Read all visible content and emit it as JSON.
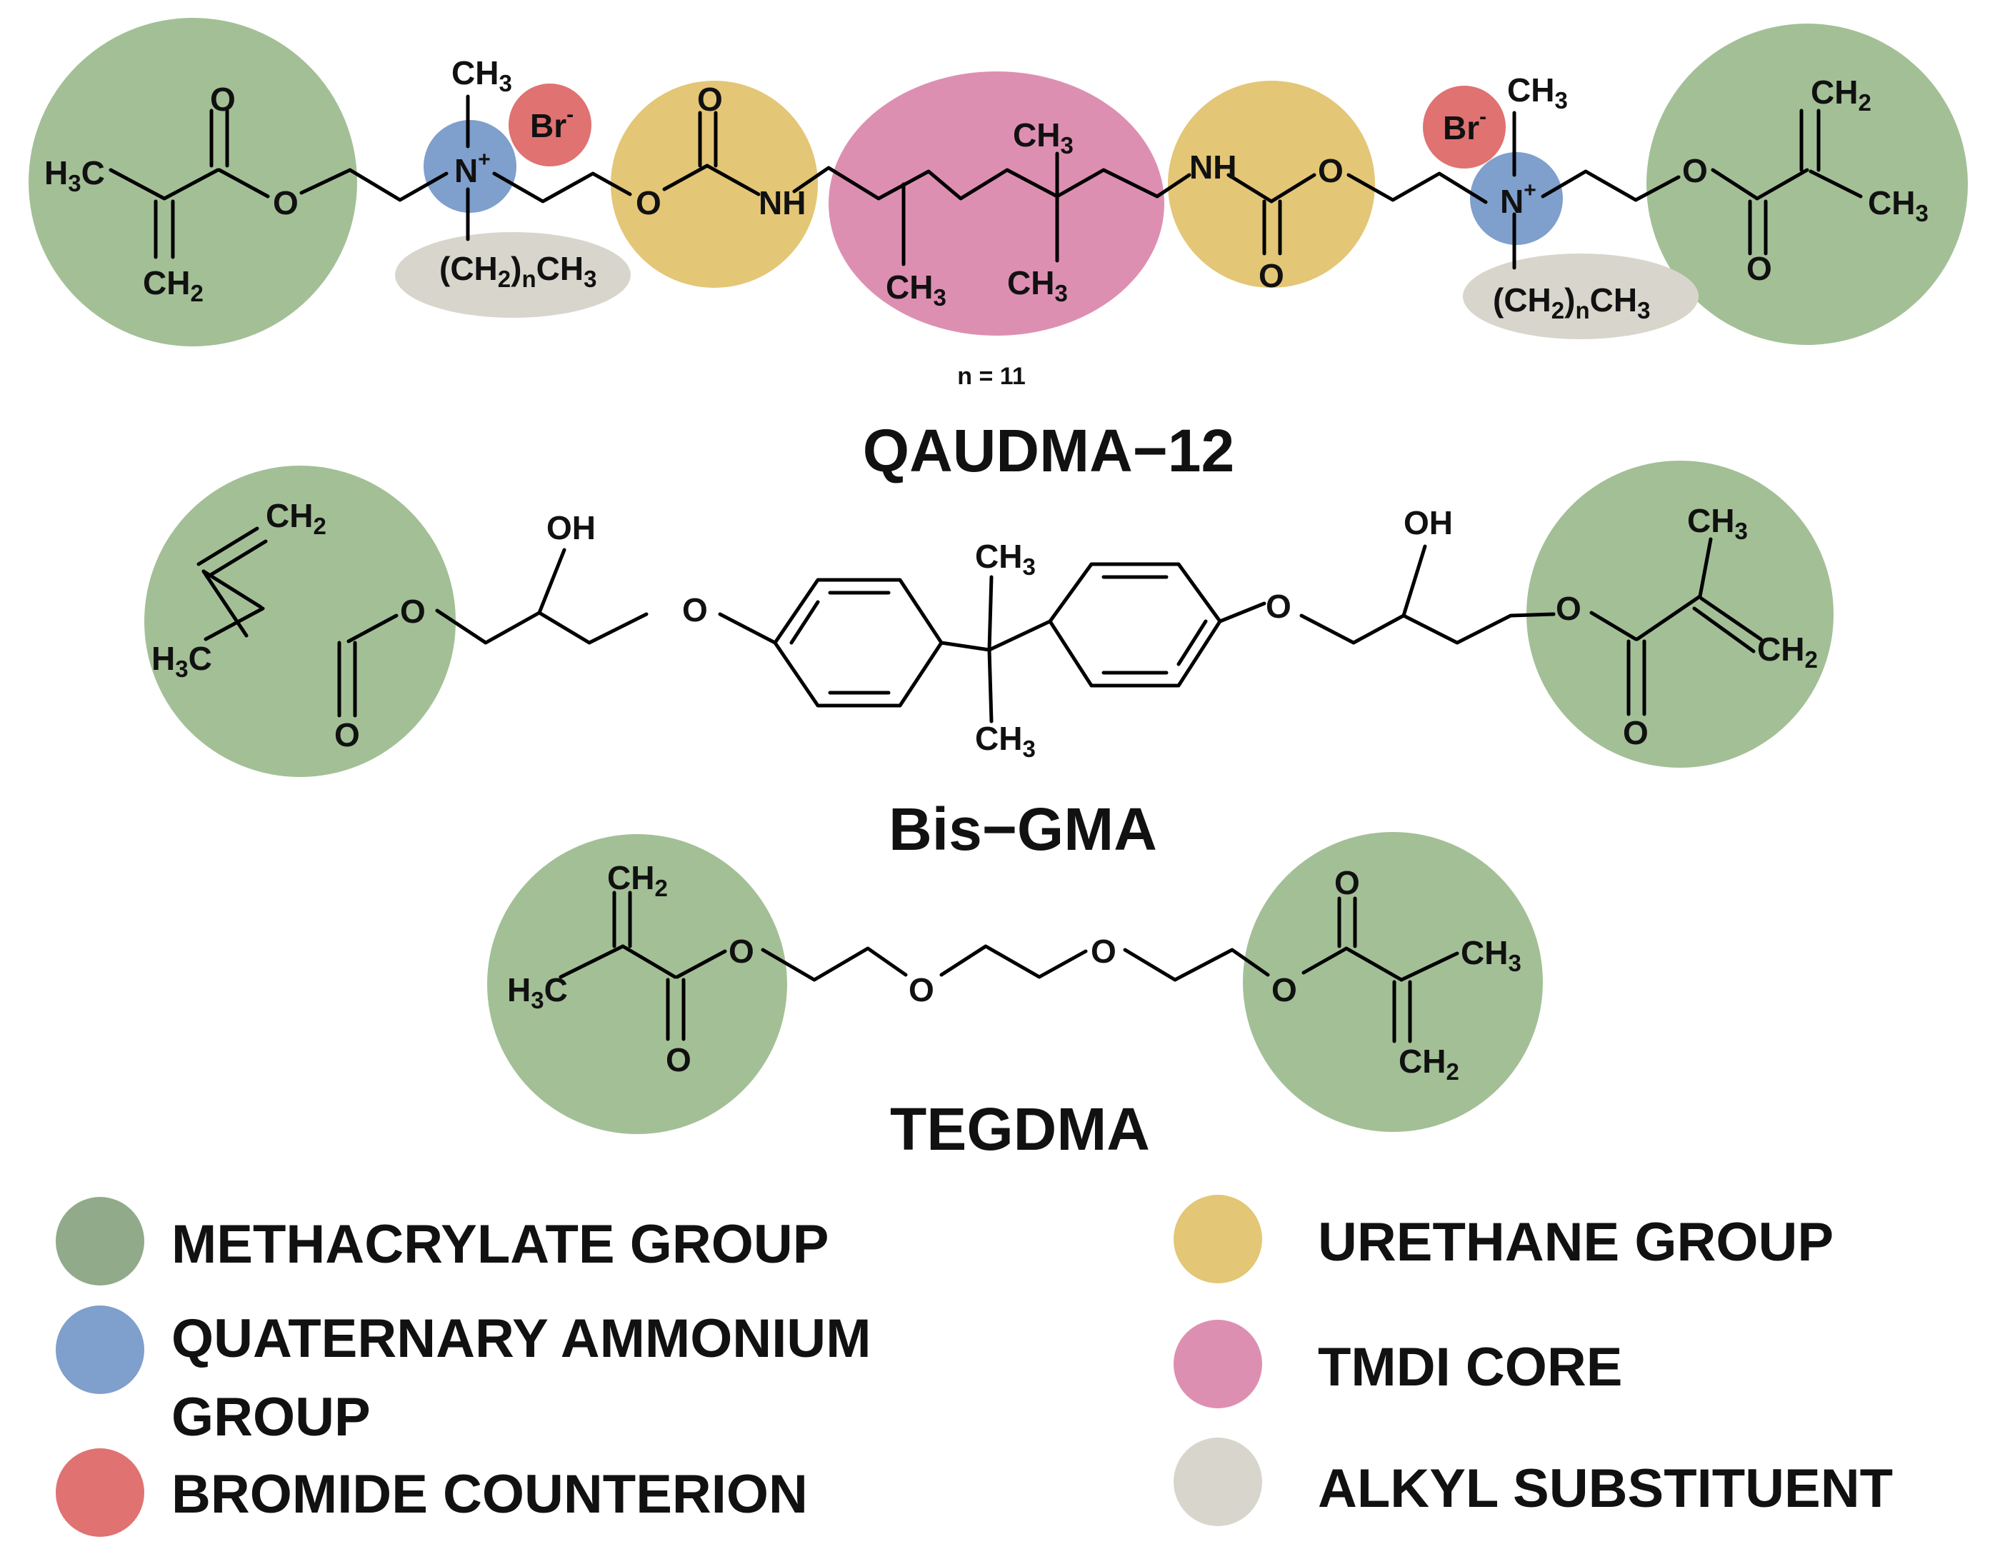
{
  "molecules": {
    "qaudma": {
      "name": "QAUDMA−12",
      "n_note": "n = 11",
      "atoms": {
        "h3c_left": [
          "H",
          "3",
          "C"
        ],
        "o_carbonyl_left": "O",
        "o_ester_left": "O",
        "ch2_left": [
          "CH",
          "2"
        ],
        "ch3_n_left": [
          "CH",
          "3"
        ],
        "n_left": [
          "N",
          "+"
        ],
        "br_left": [
          "Br",
          "-"
        ],
        "alkyl_left": [
          "(CH",
          "2",
          ")",
          "n",
          "CH",
          "3"
        ],
        "o_urethane_left": "O",
        "o_carbonyl_u_left": "O",
        "nh_left": "NH",
        "ch3_core_top": [
          "CH",
          "3"
        ],
        "ch3_core_bl": [
          "CH",
          "3"
        ],
        "ch3_core_br": [
          "CH",
          "3"
        ],
        "nh_right": "NH",
        "o_urethane_right": "O",
        "o_carbonyl_u_right": "O",
        "br_right": [
          "Br",
          "-"
        ],
        "ch3_n_right": [
          "CH",
          "3"
        ],
        "n_right": [
          "N",
          "+"
        ],
        "alkyl_right": [
          "(CH",
          "2",
          ")",
          "n",
          "CH",
          "3"
        ],
        "o_ester_right": "O",
        "o_carbonyl_right": "O",
        "ch2_right": [
          "CH",
          "2"
        ],
        "ch3_right": [
          "CH",
          "3"
        ]
      }
    },
    "bisgma": {
      "name": "Bis−GMA",
      "atoms": {
        "ch2_left": [
          "CH",
          "2"
        ],
        "h3c_left": [
          "H",
          "3",
          "C"
        ],
        "o_ester_left": "O",
        "o_carbonyl_left": "O",
        "oh_left": "OH",
        "o_ether_left": "O",
        "ch3_top": [
          "CH",
          "3"
        ],
        "ch3_bottom": [
          "CH",
          "3"
        ],
        "o_ether_right": "O",
        "oh_right": "OH",
        "o_ester_right": "O",
        "o_carbonyl_right": "O",
        "ch3_right": [
          "CH",
          "3"
        ],
        "ch2_right": [
          "CH",
          "2"
        ]
      }
    },
    "tegdma": {
      "name": "TEGDMA",
      "atoms": {
        "ch2_left": [
          "CH",
          "2"
        ],
        "h3c_left": [
          "H",
          "3",
          "C"
        ],
        "o_ester_left": "O",
        "o_carbonyl_left": "O",
        "o_ether_1": "O",
        "o_ether_2": "O",
        "o_ester_right": "O",
        "o_carbonyl_right": "O",
        "ch3_right": [
          "CH",
          "3"
        ],
        "ch2_right": [
          "CH",
          "2"
        ]
      }
    }
  },
  "groups": {
    "methacrylate": {
      "color": "#a3bf96"
    },
    "quaternary_ammonium": {
      "color": "#7f9fcc"
    },
    "bromide": {
      "color": "#e07272"
    },
    "urethane": {
      "color": "#e3c676"
    },
    "tmdi": {
      "color": "#dd8fb2"
    },
    "alkyl": {
      "color": "#d8d6cc"
    }
  },
  "legend": [
    {
      "label": "METHACRYLATE GROUP",
      "color": "#91aa89"
    },
    {
      "label": "QUATERNARY AMMONIUM",
      "label2": "GROUP",
      "color": "#7f9fcc"
    },
    {
      "label": "BROMIDE COUNTERION",
      "color": "#e07272"
    },
    {
      "label": "URETHANE GROUP",
      "color": "#e3c676"
    },
    {
      "label": "TMDI CORE",
      "color": "#dd8fb2"
    },
    {
      "label": "ALKYL SUBSTITUENT",
      "color": "#d8d6cc"
    }
  ]
}
